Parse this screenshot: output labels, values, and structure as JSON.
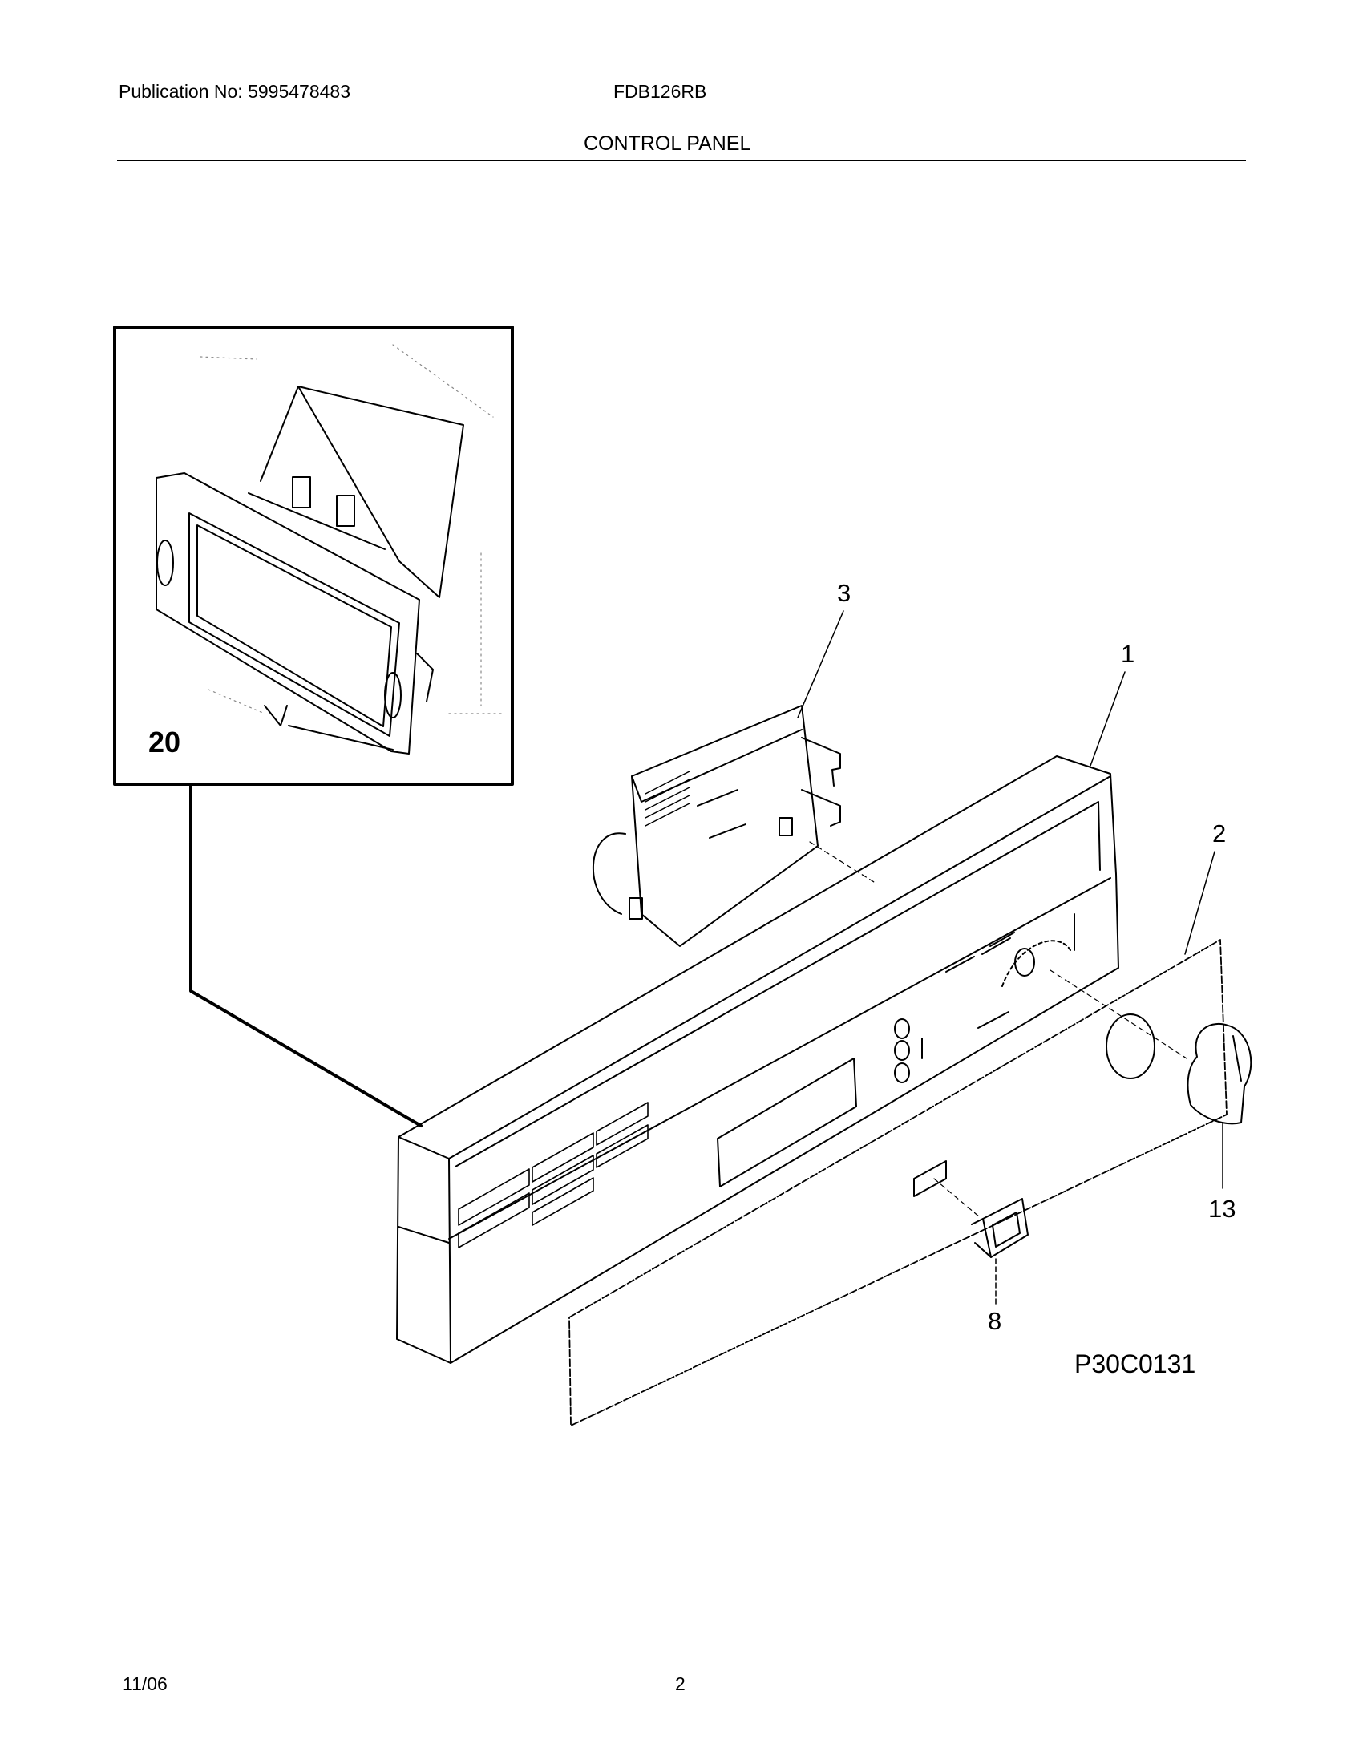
{
  "header": {
    "publication": "Publication No: 5995478483",
    "model": "FDB126RB",
    "section_title": "CONTROL PANEL"
  },
  "callouts": {
    "c1": "1",
    "c2": "2",
    "c3": "3",
    "c8": "8",
    "c13": "13",
    "c20": "20"
  },
  "diagram_ref": "P30C0131",
  "footer": {
    "date": "11/06",
    "page": "2"
  }
}
